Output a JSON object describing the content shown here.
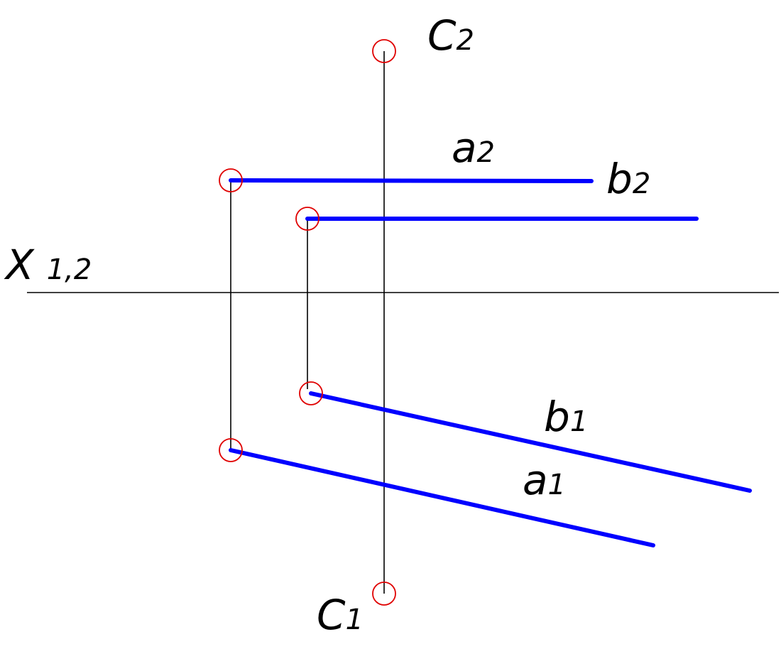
{
  "colors": {
    "line": "#0000ff",
    "point": "#e00000",
    "construction": "#000000",
    "background": "#ffffff"
  },
  "labels": {
    "axis": {
      "main": "X",
      "sub": "1,2"
    },
    "c2": {
      "main": "C",
      "sub": "2"
    },
    "c1": {
      "main": "C",
      "sub": "1"
    },
    "a2": {
      "main": "a",
      "sub": "2"
    },
    "b2": {
      "main": "b",
      "sub": "2"
    },
    "a1": {
      "main": "a",
      "sub": "1"
    },
    "b1": {
      "main": "b",
      "sub": "1"
    }
  }
}
